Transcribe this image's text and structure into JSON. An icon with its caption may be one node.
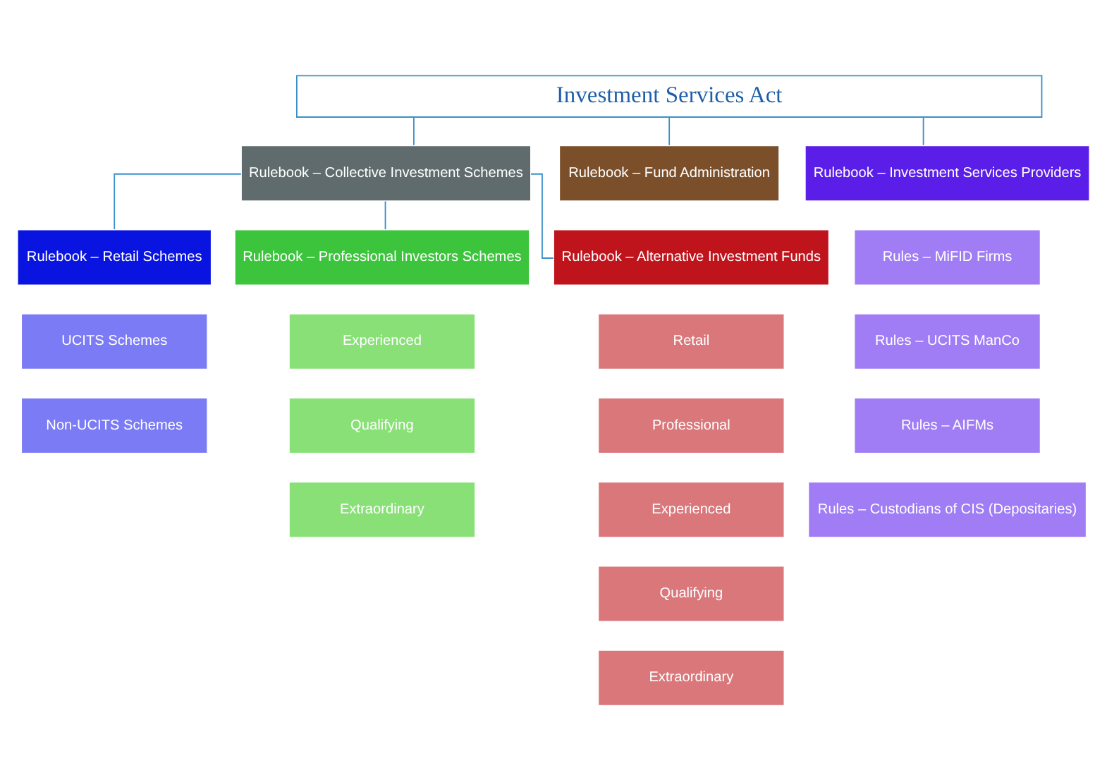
{
  "diagram": {
    "nodes": [
      {
        "text": [
          "Investment Services Act"
        ]
      },
      {
        "text": [
          "Rulebook – Collective Investment Schemes"
        ]
      },
      {
        "text": [
          "Rulebook – Fund Administration"
        ]
      },
      {
        "text": [
          "Rulebook – Investment Services Providers"
        ]
      },
      {
        "text": [
          "Rulebook – Retail Schemes"
        ]
      },
      {
        "text": [
          "Rulebook – Professional Investors Schemes"
        ]
      },
      {
        "text": [
          "Rulebook – Alternative Investment Funds"
        ]
      },
      {
        "text": [
          "UCITS Schemes"
        ]
      },
      {
        "text": [
          "Non-UCITS Schemes"
        ]
      },
      {
        "text": [
          "Experienced"
        ]
      },
      {
        "text": [
          "Qualifying"
        ]
      },
      {
        "text": [
          "Extraordinary"
        ]
      },
      {
        "text": [
          "Retail"
        ]
      },
      {
        "text": [
          "Professional"
        ]
      },
      {
        "text": [
          "Experienced"
        ]
      },
      {
        "text": [
          "Qualifying"
        ]
      },
      {
        "text": [
          "Extraordinary"
        ]
      },
      {
        "text": [
          "Rules – MiFID Firms"
        ]
      },
      {
        "text": [
          "Rules – UCITS ManCo"
        ]
      },
      {
        "text": [
          "Rules – AIFMs"
        ]
      },
      {
        "text": [
          "Rules – Custodians of CIS (Depositaries)"
        ]
      }
    ],
    "edges": [
      {
        "from": 0,
        "to": 1,
        "arrow": "none"
      },
      {
        "from": 0,
        "to": 2,
        "arrow": "none"
      },
      {
        "from": 0,
        "to": 3,
        "arrow": "none"
      },
      {
        "from": 1,
        "to": 4,
        "arrow": "none"
      },
      {
        "from": 1,
        "to": 5,
        "arrow": "none"
      },
      {
        "from": 1,
        "to": 6,
        "arrow": "none"
      }
    ]
  }
}
